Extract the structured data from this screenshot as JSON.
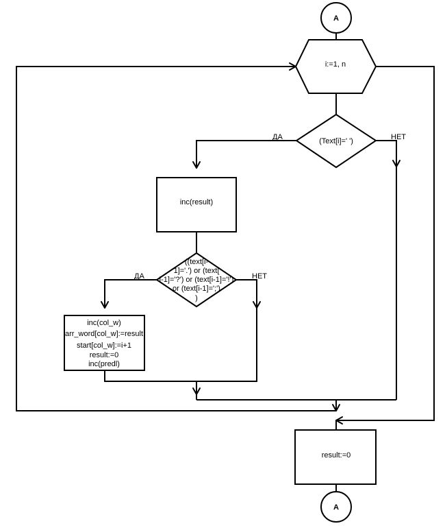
{
  "connector_top": "A",
  "connector_bottom": "A",
  "loop_header": "i:=1, n",
  "condition_space": "(Text[i]=' ')",
  "branch_yes_1": "ДА",
  "branch_no_1": "НЕТ",
  "process_inc_result": "inc(result)",
  "condition_punct": [
    "((text[i-",
    "1]='.') or (text[",
    "i-1]='?') or (text[i-1]='!')",
    "or (text[i-1]=';')",
    ")"
  ],
  "branch_yes_2": "ДА",
  "branch_no_2": "НЕТ",
  "process_word": [
    "inc(col_w)",
    "arr_word[col_w]:=result",
    "start[col_w]:=i+1",
    "result:=0",
    "inc(predl)"
  ],
  "process_reset": "result:=0"
}
